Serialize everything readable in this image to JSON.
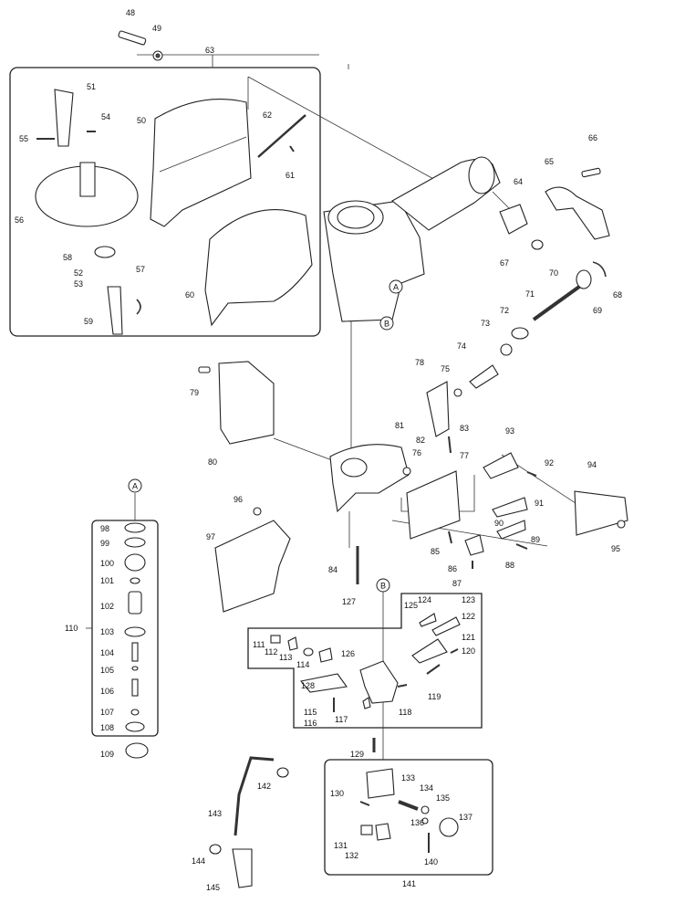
{
  "callouts": {
    "A_top": "A",
    "B_top": "B",
    "A_group": "A",
    "B_group": "B"
  },
  "labels": {
    "p48": "48",
    "p49": "49",
    "p63": "63",
    "p51": "51",
    "p54": "54",
    "p55": "55",
    "p50": "50",
    "p62": "62",
    "p61": "61",
    "p56": "56",
    "p58": "58",
    "p52": "52",
    "p53": "53",
    "p57": "57",
    "p59": "59",
    "p60": "60",
    "p66": "66",
    "p65": "65",
    "p64": "64",
    "p67": "67",
    "p68": "68",
    "p69": "69",
    "p70": "70",
    "p71": "71",
    "p72": "72",
    "p73": "73",
    "p74": "74",
    "p75": "75",
    "p78": "78",
    "p79": "79",
    "p81": "81",
    "p82": "82",
    "p83": "83",
    "p80": "80",
    "p76": "76",
    "p77": "77",
    "p93": "93",
    "p92": "92",
    "p94": "94",
    "p91": "91",
    "p90": "90",
    "p89": "89",
    "p88": "88",
    "p95": "95",
    "p85": "85",
    "p86": "86",
    "p87": "87",
    "p84": "84",
    "p96": "96",
    "p97": "97",
    "p98": "98",
    "p99": "99",
    "p100": "100",
    "p101": "101",
    "p102": "102",
    "p103": "103",
    "p104": "104",
    "p105": "105",
    "p106": "106",
    "p107": "107",
    "p108": "108",
    "p109": "109",
    "p110": "110",
    "p127": "127",
    "p125": "125",
    "p124": "124",
    "p123": "123",
    "p122": "122",
    "p121": "121",
    "p120": "120",
    "p111": "111",
    "p112": "112",
    "p113": "113",
    "p114": "114",
    "p126": "126",
    "p119": "119",
    "p128": "128",
    "p115": "115",
    "p116": "116",
    "p117": "117",
    "p118": "118",
    "p129": "129",
    "p142": "142",
    "p143": "143",
    "p144": "144",
    "p145": "145",
    "p130": "130",
    "p133": "133",
    "p134": "134",
    "p135": "135",
    "p136": "136",
    "p137": "137",
    "p131": "131",
    "p132": "132",
    "p140": "140",
    "p141": "141"
  }
}
